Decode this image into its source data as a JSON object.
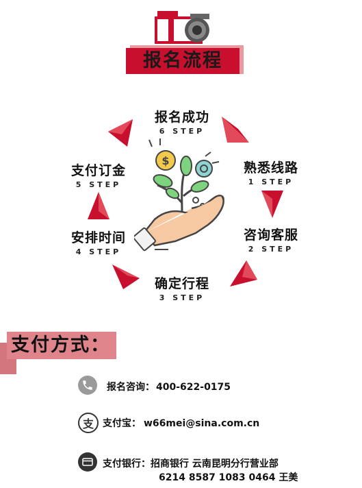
{
  "header": {
    "title": "报名流程",
    "camera_icon": "camera-icon"
  },
  "steps": [
    {
      "zh": "报名成功",
      "en": "6 STEP"
    },
    {
      "zh": "熟悉线路",
      "en": "1 STEP"
    },
    {
      "zh": "咨询客服",
      "en": "2 STEP"
    },
    {
      "zh": "确定行程",
      "en": "3 STEP"
    },
    {
      "zh": "安排时间",
      "en": "4 STEP"
    },
    {
      "zh": "支付订金",
      "en": "5 STEP"
    }
  ],
  "center_icon": "hand-plant-money-icon",
  "payment": {
    "title": "支付方式：",
    "phone": {
      "label": "报名咨询：",
      "value": "400-622-0175",
      "icon": "phone-icon"
    },
    "alipay": {
      "label": "支付宝：",
      "value": "w66mei@sina.com.cn",
      "icon": "alipay-icon"
    },
    "bank": {
      "line1": "支付银行：招商银行 云南昆明分行营业部",
      "line2": "6214 8587 1083 0464 王美",
      "icon": "bank-card-icon"
    }
  },
  "colors": {
    "accent": "#c8102e",
    "accent_light": "#e0848b",
    "icon_gray": "#999999",
    "icon_dark": "#333333"
  }
}
